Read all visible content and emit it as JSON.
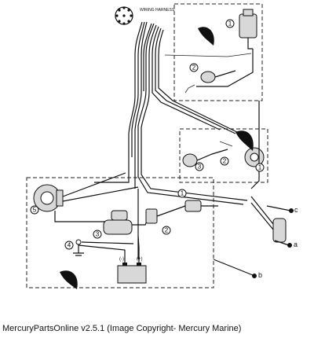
{
  "diagram": {
    "harness_label": "WIRING HARNESS",
    "callouts": [
      "1",
      "2",
      "1",
      "3",
      "2",
      "1",
      "5",
      "3",
      "2",
      "4"
    ],
    "terminals": [
      "a",
      "b",
      "c"
    ],
    "battery_minus": "(-)",
    "battery_plus": "(+)"
  },
  "caption": "MercuryPartsOnline v2.5.1 (Image Copyright- Mercury Marine)"
}
